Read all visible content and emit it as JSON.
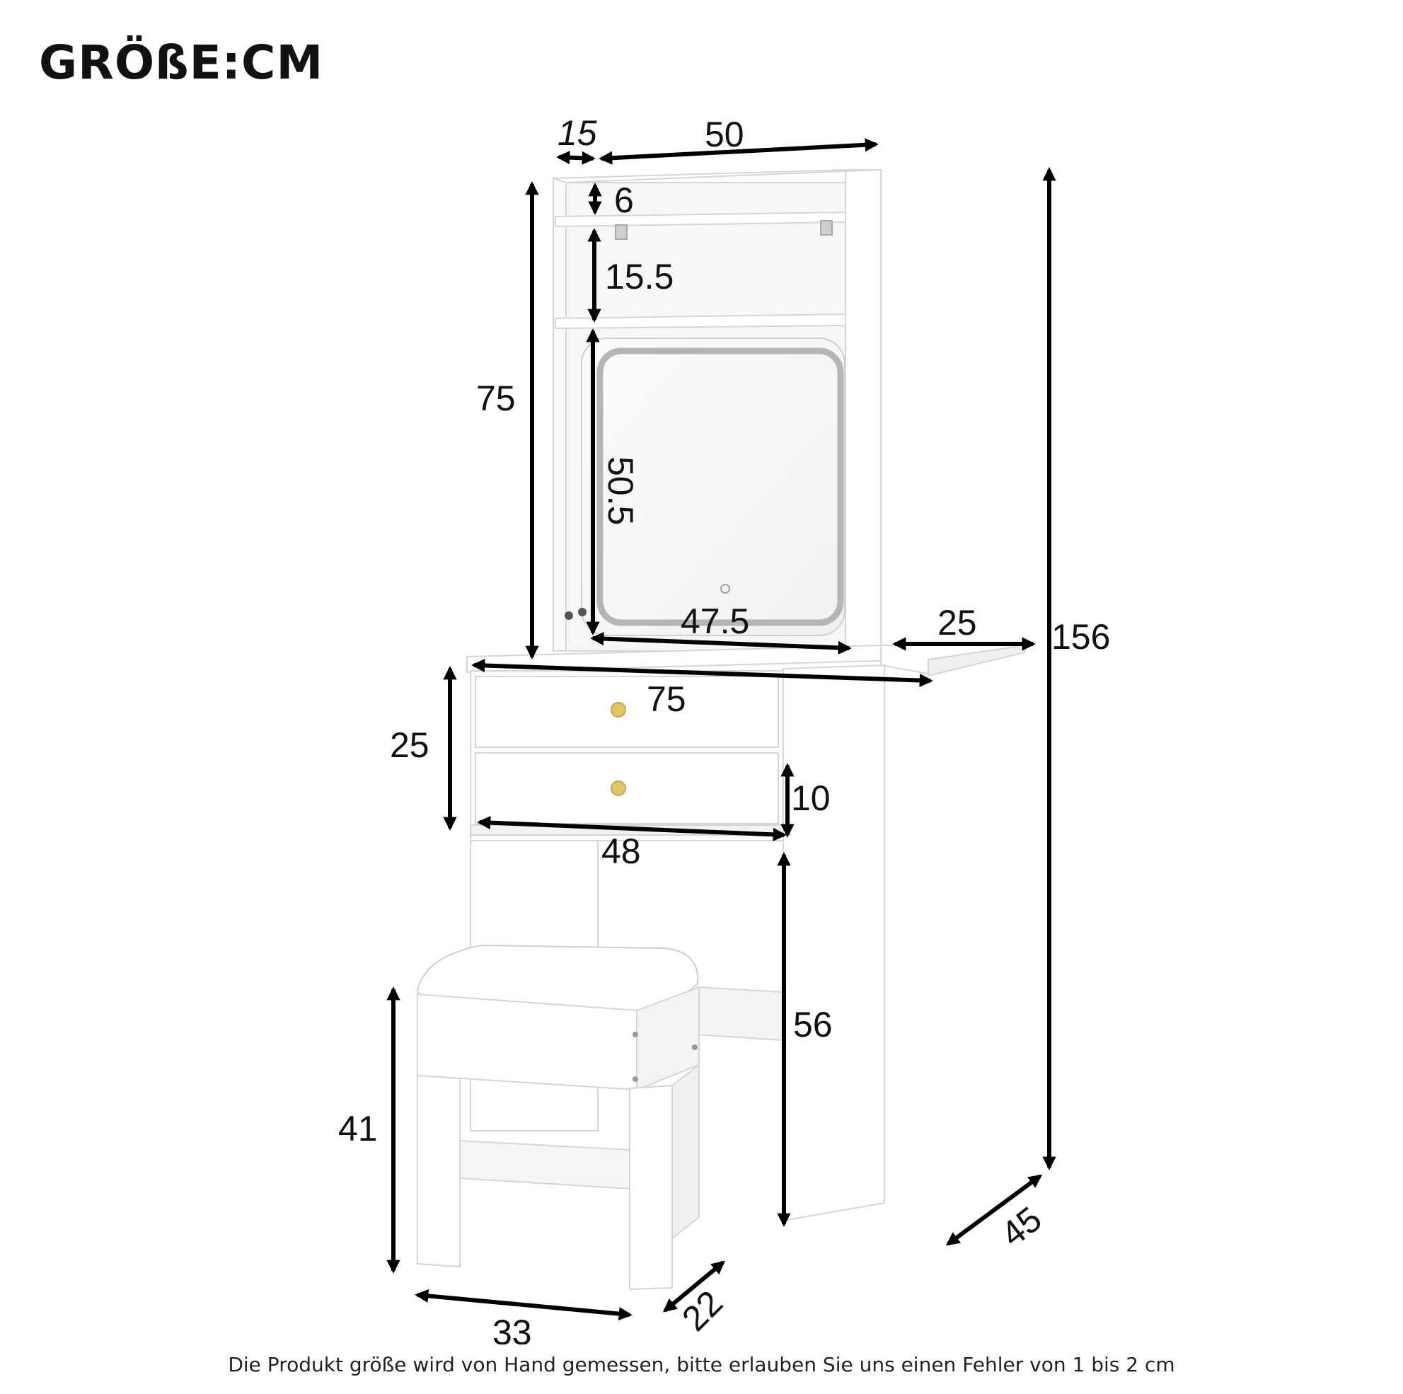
{
  "title": "GRÖßE:CM",
  "footer": "Die Produkt größe wird von Hand gemessen, bitte erlauben Sie uns einen Fehler von 1 bis 2 cm",
  "colors": {
    "furniture": "#ffffff",
    "outline": "#d6d6d6",
    "shadow": "#ececec",
    "arrow": "#000000",
    "led": "#b5b5b5"
  },
  "dimensions": {
    "side_depth": "15",
    "top_width": "50",
    "top_shelf_height": "6",
    "shelf_gap": "15.5",
    "mirror_height": "50.5",
    "hutch_height": "75",
    "mirror_width": "47.5",
    "side_table": "25",
    "total_height": "156",
    "desk_width": "75",
    "drawer_section_height": "25",
    "drawer_height": "10",
    "drawer_width": "48",
    "leg_height": "56",
    "total_depth": "45",
    "stool_height": "41",
    "stool_width": "33",
    "stool_depth": "22"
  }
}
